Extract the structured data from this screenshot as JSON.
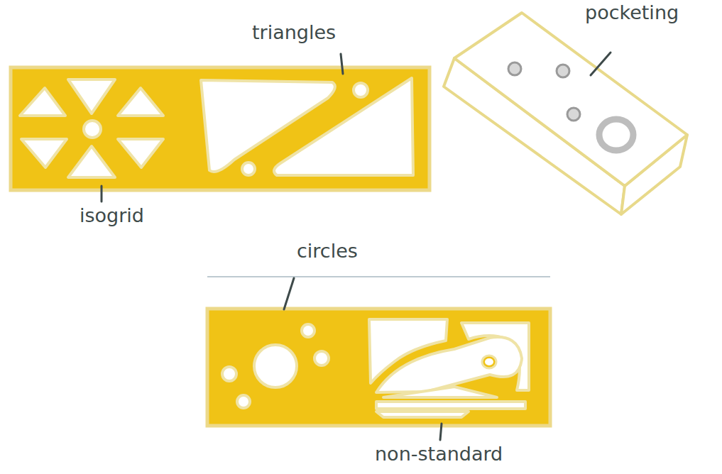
{
  "diagram": {
    "labels": [
      "triangles",
      "pocketing",
      "isogrid",
      "circles",
      "non-standard"
    ]
  }
}
